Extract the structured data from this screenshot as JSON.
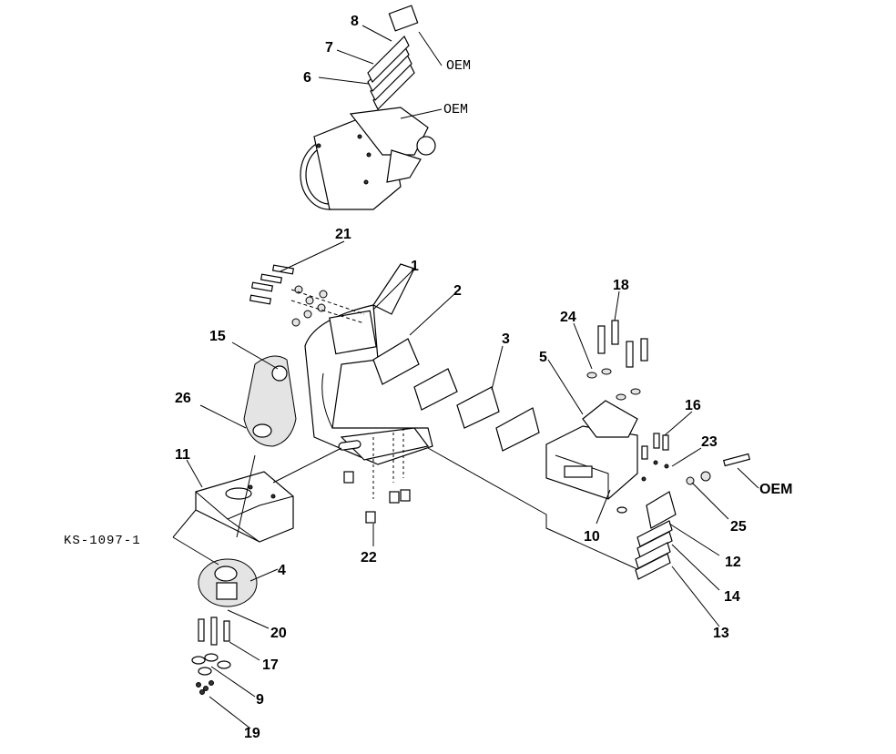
{
  "callouts": {
    "c1": "1",
    "c2": "2",
    "c3": "3",
    "c4": "4",
    "c5": "5",
    "c6": "6",
    "c7": "7",
    "c8": "8",
    "c9": "9",
    "c10": "10",
    "c11": "11",
    "c12": "12",
    "c13": "13",
    "c14": "14",
    "c15": "15",
    "c16": "16",
    "c17": "17",
    "c18": "18",
    "c19": "19",
    "c20": "20",
    "c21": "21",
    "c22": "22",
    "c23": "23",
    "c24": "24",
    "c25": "25",
    "c26": "26"
  },
  "labels": {
    "oem_top": "OEM",
    "oem_mid": "OEM",
    "oem_right": "OEM",
    "kit": "KS-1097-1"
  }
}
